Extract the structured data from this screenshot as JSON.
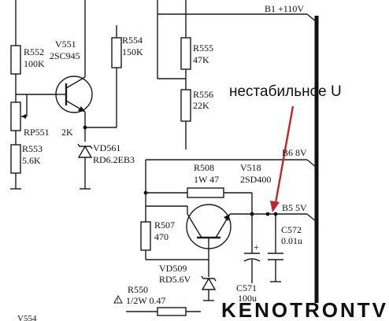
{
  "rails": {
    "b1": "B1 +110V",
    "b6": "B6 8V",
    "b5": "B5 5V"
  },
  "components": {
    "r552": {
      "ref": "R552",
      "value": "100K"
    },
    "v551": {
      "ref": "V551",
      "value": "2SC945"
    },
    "r554": {
      "ref": "R554",
      "value": "150K"
    },
    "r555": {
      "ref": "R555",
      "value": "47K"
    },
    "r556": {
      "ref": "R556",
      "value": "22K"
    },
    "rp551": {
      "ref": "RP551",
      "value": "2K"
    },
    "r553": {
      "ref": "R553",
      "value": "5.6K"
    },
    "vd561": {
      "ref": "VD561",
      "value": "RD6.2EB3"
    },
    "r508": {
      "ref": "R508",
      "value": "1W 47"
    },
    "v518": {
      "ref": "V518",
      "value": "2SD400"
    },
    "r507": {
      "ref": "R507",
      "value": "470"
    },
    "c572": {
      "ref": "C572",
      "value": "0.01u"
    },
    "vd509": {
      "ref": "VD509",
      "value": "RD5.6V"
    },
    "c571": {
      "ref": "C571",
      "value": "100u"
    },
    "r550": {
      "ref": "R550",
      "value": "1/2W 0.47"
    },
    "v554": {
      "ref": "V554"
    }
  },
  "annotation": {
    "text": "нестабильное U",
    "color": "#c0262b"
  },
  "watermark": "KENOTRONTV"
}
